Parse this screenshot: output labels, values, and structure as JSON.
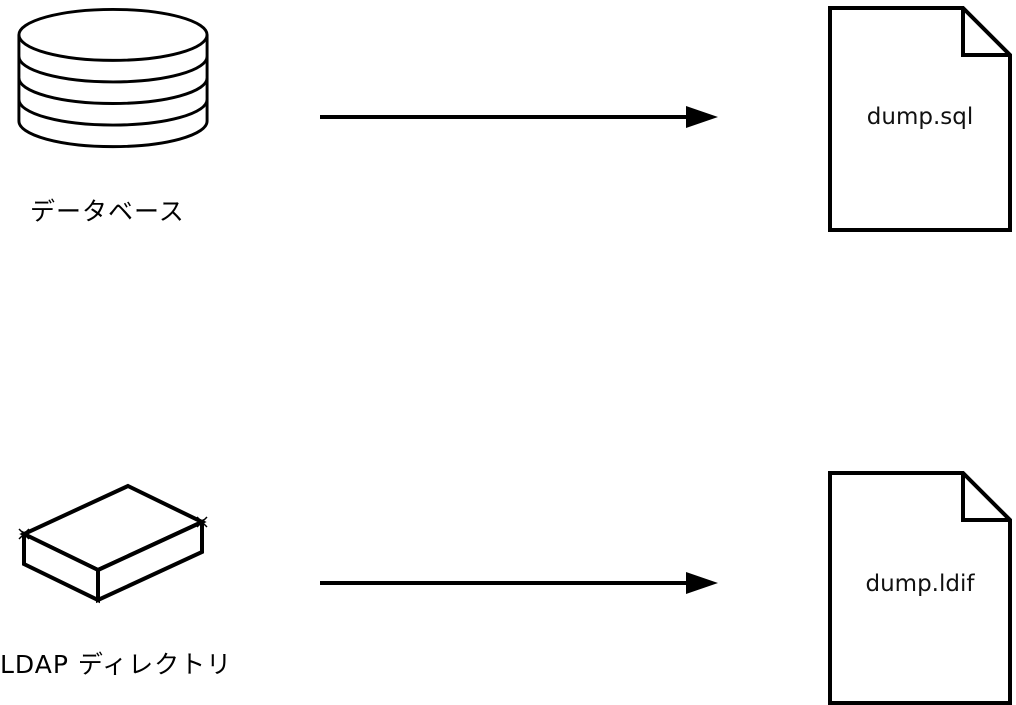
{
  "page": {
    "background": "#ffffff",
    "stroke_color": "#000000",
    "text_color": "#111111"
  },
  "diagram": {
    "rows": [
      {
        "id": "database-to-sql-dump",
        "source": {
          "icon": "database-cylinder-icon",
          "label": "データベース"
        },
        "connector": {
          "icon": "right-arrow",
          "style": "solid"
        },
        "target": {
          "icon": "document-icon",
          "label": "dump.sql"
        }
      },
      {
        "id": "ldap-to-ldif-dump",
        "source": {
          "icon": "ldap-box-icon",
          "label": "LDAP ディレクトリ"
        },
        "connector": {
          "icon": "right-arrow",
          "style": "solid"
        },
        "target": {
          "icon": "document-icon",
          "label": "dump.ldif"
        }
      }
    ]
  }
}
